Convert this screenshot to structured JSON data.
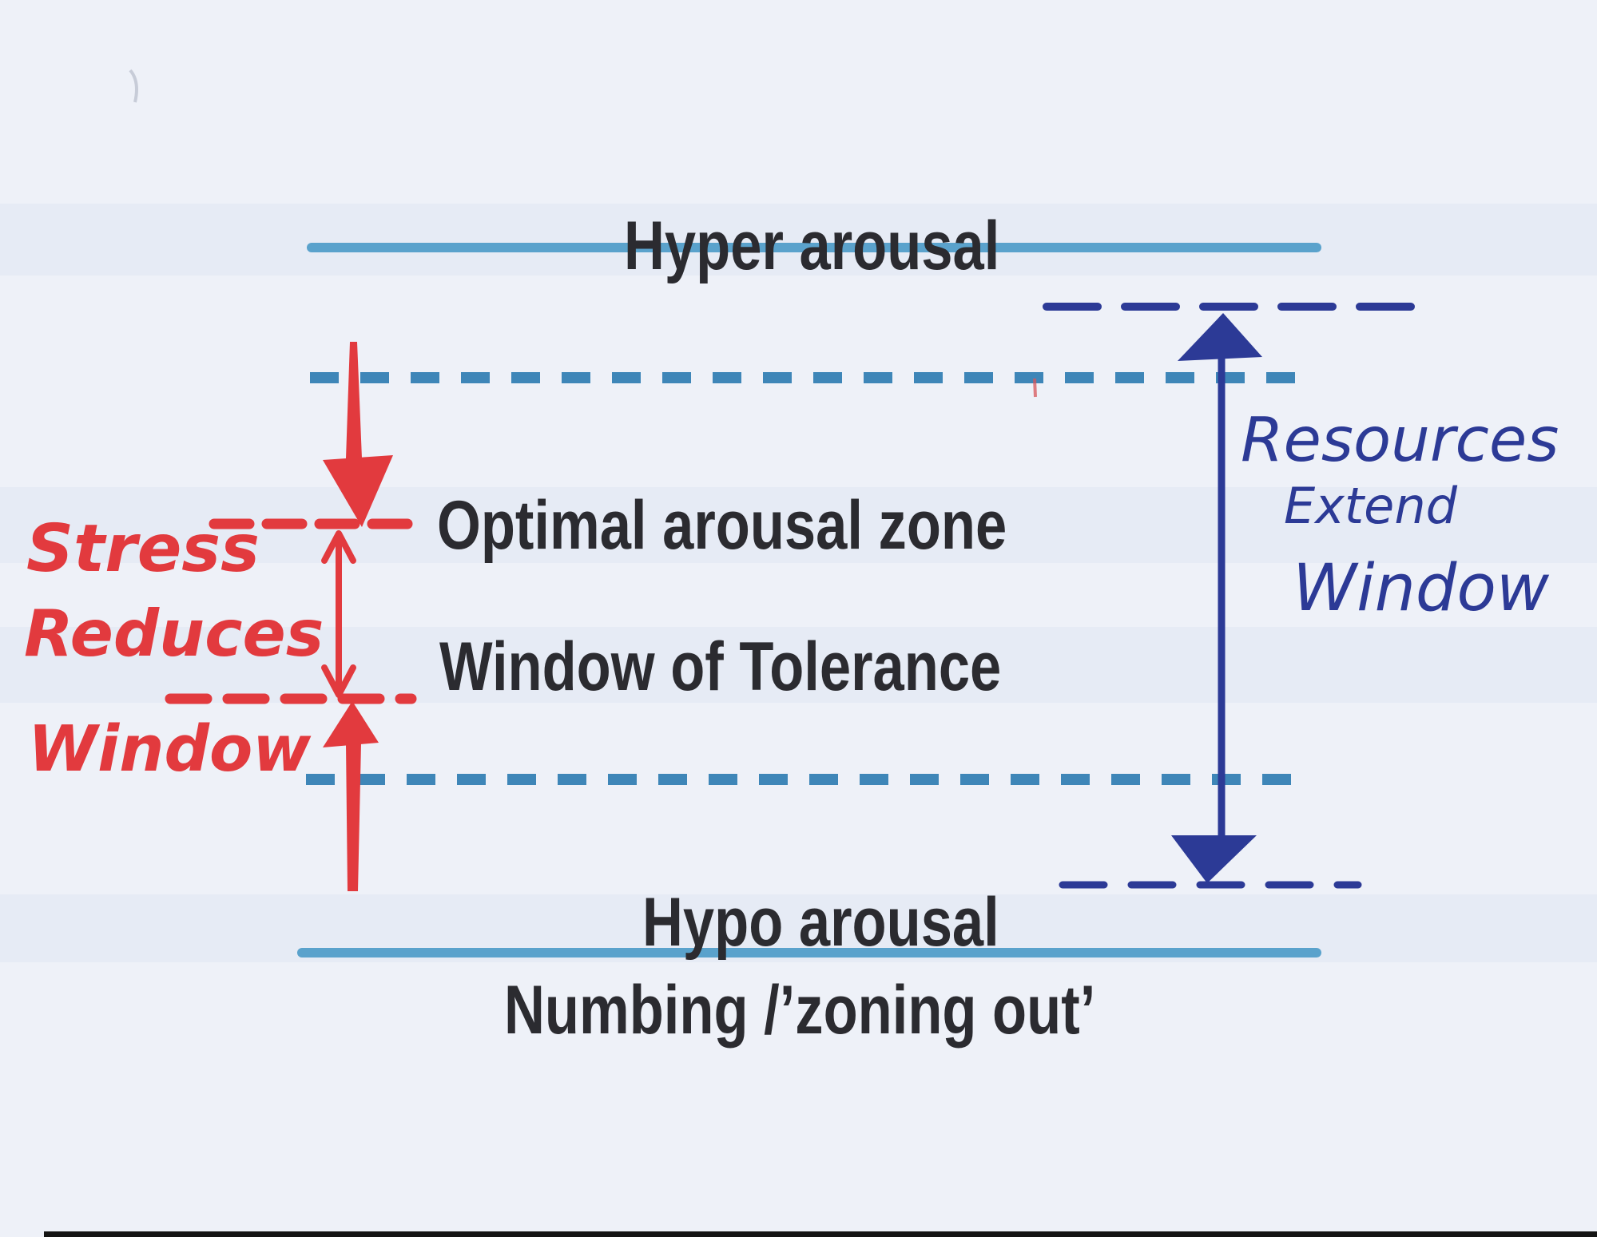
{
  "page": {
    "description": "Scanned Window of Tolerance diagram with handwritten annotations"
  },
  "labels": {
    "hyper_arousal": "Hyper arousal",
    "optimal_zone": "Optimal arousal zone",
    "window_of_tolerance": "Window of Tolerance",
    "hypo_arousal": "Hypo arousal",
    "numbing": "Numbing /’zoning out’"
  },
  "red_note": {
    "line1": "Stress",
    "line2": "Reduces",
    "line3": "Window"
  },
  "blue_note": {
    "line1": "Resources",
    "line2": "Extend",
    "line3": "Window"
  },
  "icons": {
    "red_arrows": "stress-compression-arrows",
    "blue_arrow": "resources-extension-arrow"
  },
  "colors": {
    "paper": "#eef1f8",
    "teal_solid": "#5aa2cc",
    "teal_dash": "#3e86b8",
    "navy": "#2c3a96",
    "red": "#e23a3e",
    "ink": "#2b2b30",
    "scan_bar": "#141414",
    "smudge": "#a7adbd"
  }
}
